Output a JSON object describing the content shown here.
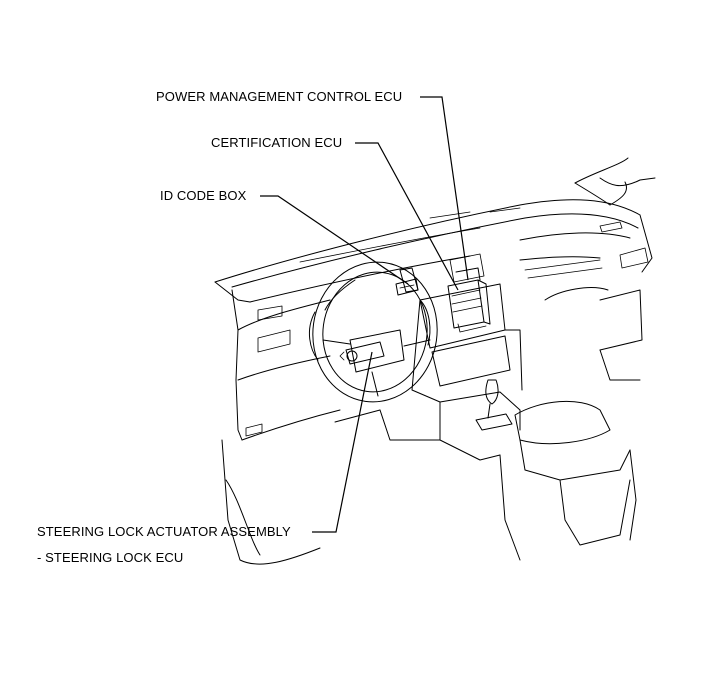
{
  "labels": {
    "power_management": "POWER MANAGEMENT CONTROL ECU",
    "certification": "CERTIFICATION ECU",
    "id_code_box": "ID CODE BOX",
    "steering_lock_line1": "STEERING LOCK ACTUATOR ASSEMBLY",
    "steering_lock_line2": "- STEERING LOCK ECU"
  }
}
